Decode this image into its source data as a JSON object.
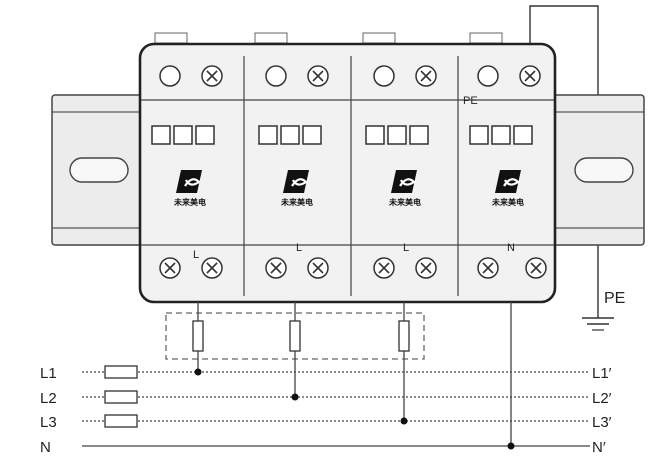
{
  "diagram": {
    "modules": [
      {
        "terminal_label": "L",
        "top_label": "",
        "logo_text": "未来美电"
      },
      {
        "terminal_label": "L",
        "top_label": "",
        "logo_text": "未来美电"
      },
      {
        "terminal_label": "L",
        "top_label": "",
        "logo_text": "未来美电"
      },
      {
        "terminal_label": "N",
        "top_label": "PE",
        "logo_text": "未来美电"
      }
    ],
    "ground_label": "PE",
    "lines": [
      {
        "left": "L1",
        "right": "L1′"
      },
      {
        "left": "L2",
        "right": "L2′"
      },
      {
        "left": "L3",
        "right": "L3′"
      },
      {
        "left": "N",
        "right": "N′"
      }
    ],
    "colors": {
      "stroke": "#333333",
      "rail": "#e8e8e8",
      "module": "#f2f2f2",
      "led": "#4caf50"
    }
  }
}
